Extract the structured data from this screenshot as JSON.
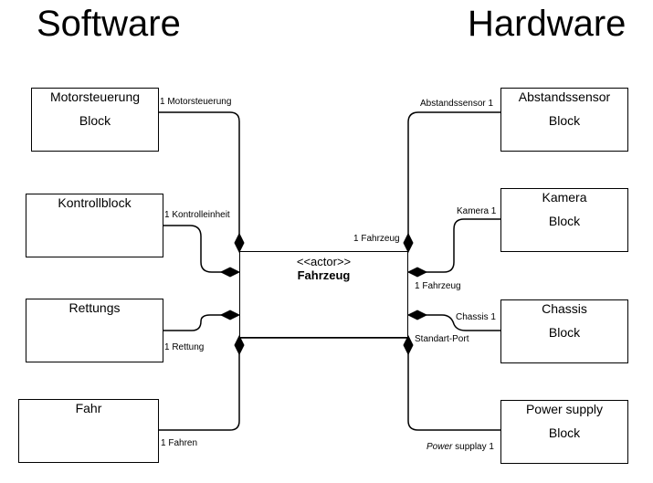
{
  "headings": {
    "software": "Software",
    "hardware": "Hardware"
  },
  "actor": {
    "stereotype": "<<actor>>",
    "name": "Fahrzeug"
  },
  "software_blocks": [
    {
      "title": "Motorsteuerung",
      "subtitle": "Block",
      "port_label": "1 Motorsteuerung"
    },
    {
      "title": "Kontrollblock",
      "subtitle": "",
      "port_label": "1 Kontrolleinheit"
    },
    {
      "title": "Rettungs",
      "subtitle": "",
      "port_label": "1 Rettung"
    },
    {
      "title": "Fahr",
      "subtitle": "",
      "port_label": "1 Fahren"
    }
  ],
  "hardware_blocks": [
    {
      "title": "Abstandssensor",
      "subtitle": "Block",
      "port_label": "Abstandssensor 1"
    },
    {
      "title": "Kamera",
      "subtitle": "Block",
      "port_label": "Kamera 1"
    },
    {
      "title": "Chassis",
      "subtitle": "Block",
      "port_label": "Chassis 1"
    },
    {
      "title": "Power supply",
      "subtitle": "Block",
      "port_label_italic": "Power",
      "port_label_rest": " supplay 1"
    }
  ],
  "actor_side_labels": {
    "fahrzeug_top": "1 Fahrzeug",
    "fahrzeug_bottom": "1 Fahrzeug",
    "standart_port": "Standart-Port"
  }
}
